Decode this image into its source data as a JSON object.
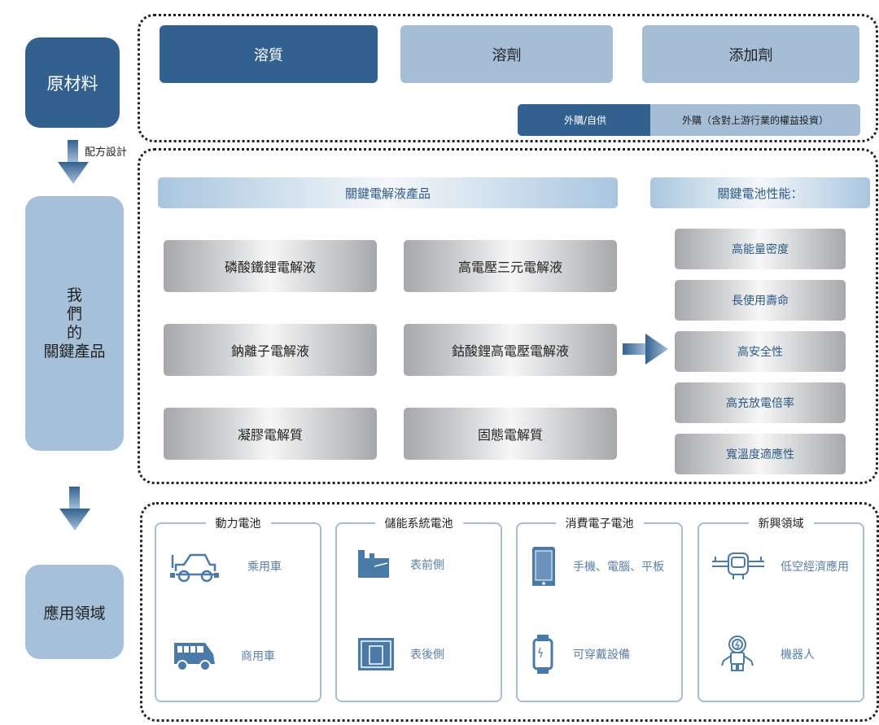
{
  "left_column": {
    "raw_materials": "原材料",
    "products": [
      "我",
      "們",
      "的",
      "關鍵產品"
    ],
    "applications": "應用領域",
    "formula_design": "配方設計"
  },
  "raw_materials": {
    "items": [
      "溶質",
      "溶劑",
      "添加劑"
    ],
    "sourcing": [
      "外購/自供",
      "外購（含對上游行業的權益投資）"
    ]
  },
  "products": {
    "header": "關鍵電解液產品",
    "items": [
      "磷酸鐵鋰電解液",
      "高電壓三元電解液",
      "鈉離子電解液",
      "鈷酸鋰高電壓電解液",
      "凝膠電解質",
      "固態電解質"
    ]
  },
  "performance": {
    "header": "關鍵電池性能：",
    "items": [
      "高能量密度",
      "長使用壽命",
      "高安全性",
      "高充放電倍率",
      "寬溫度適應性"
    ]
  },
  "applications": {
    "groups": [
      {
        "title": "動力電池",
        "items": [
          {
            "label": "乘用車",
            "icon": "car-icon"
          },
          {
            "label": "商用車",
            "icon": "bus-icon"
          }
        ]
      },
      {
        "title": "儲能系統電池",
        "items": [
          {
            "label": "表前側",
            "icon": "factory-icon"
          },
          {
            "label": "表後側",
            "icon": "building-storage-icon"
          }
        ]
      },
      {
        "title": "消費電子電池",
        "items": [
          {
            "label": "手機、電腦、平板",
            "icon": "phone-icon"
          },
          {
            "label": "可穿戴設備",
            "icon": "smartwatch-icon"
          }
        ]
      },
      {
        "title": "新興領域",
        "items": [
          {
            "label": "低空經濟應用",
            "icon": "drone-icon"
          },
          {
            "label": "機器人",
            "icon": "robot-icon"
          }
        ]
      }
    ]
  },
  "colors": {
    "dark_blue": "#33618f",
    "light_blue": "#a6c0da",
    "icon_blue": "#4a7aa8",
    "text_blue": "#2f5a86"
  }
}
